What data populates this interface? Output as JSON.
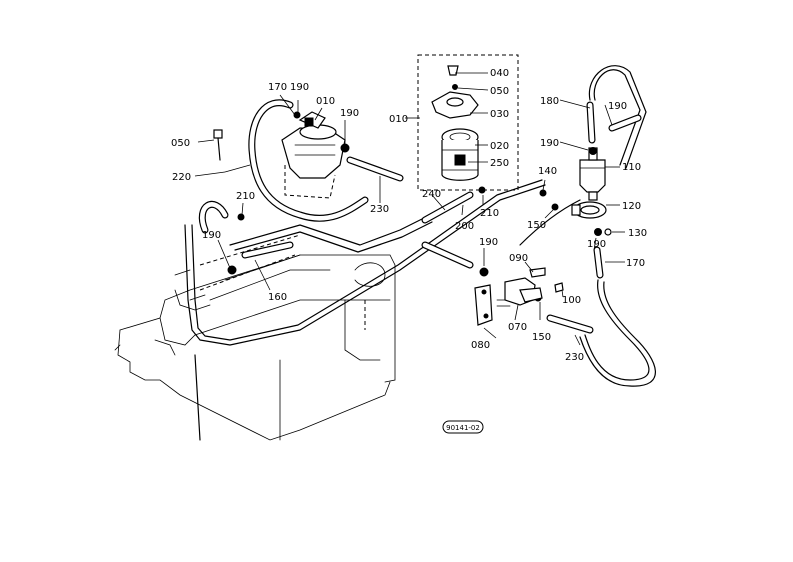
{
  "labels": {
    "p040": "040",
    "p050a": "050",
    "p050b": "050",
    "p010a": "010",
    "p010b": "010",
    "p030": "030",
    "p020": "020",
    "p250": "250",
    "p170a": "170",
    "p170b": "170",
    "p190a": "190",
    "p190b": "190",
    "p190c": "190",
    "p190d": "190",
    "p190e": "190",
    "p190f": "190",
    "p190g": "190",
    "p220": "220",
    "p210a": "210",
    "p210b": "210",
    "p230a": "230",
    "p230b": "230",
    "p240": "240",
    "p200": "200",
    "p160": "160",
    "p180": "180",
    "p110": "110",
    "p140": "140",
    "p120": "120",
    "p150a": "150",
    "p150b": "150",
    "p130": "130",
    "p090": "090",
    "p100": "100",
    "p070": "070",
    "p080": "080"
  },
  "diagram_code": "90141-02"
}
